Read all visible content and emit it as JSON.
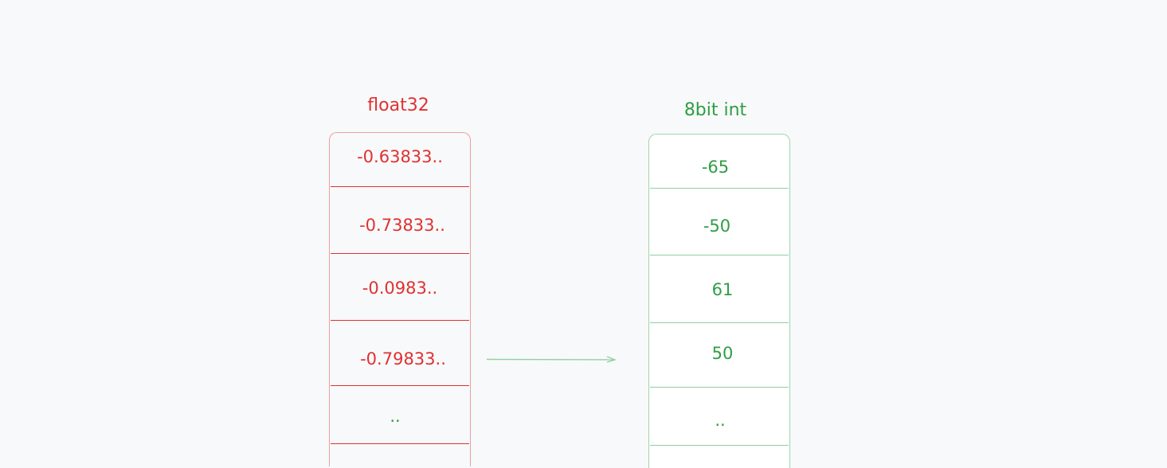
{
  "diagram": {
    "left": {
      "title": "float32",
      "color": "#e03131",
      "values": [
        "-0.63833..",
        "-0.73833..",
        "-0.0983..",
        "-0.79833..",
        ".."
      ]
    },
    "right": {
      "title": "8bit int",
      "color": "#2f9e44",
      "values": [
        "-65",
        "-50",
        "61",
        "50",
        ".."
      ]
    },
    "arrow": {
      "direction": "left-to-right",
      "color": "#2f9e44"
    }
  }
}
